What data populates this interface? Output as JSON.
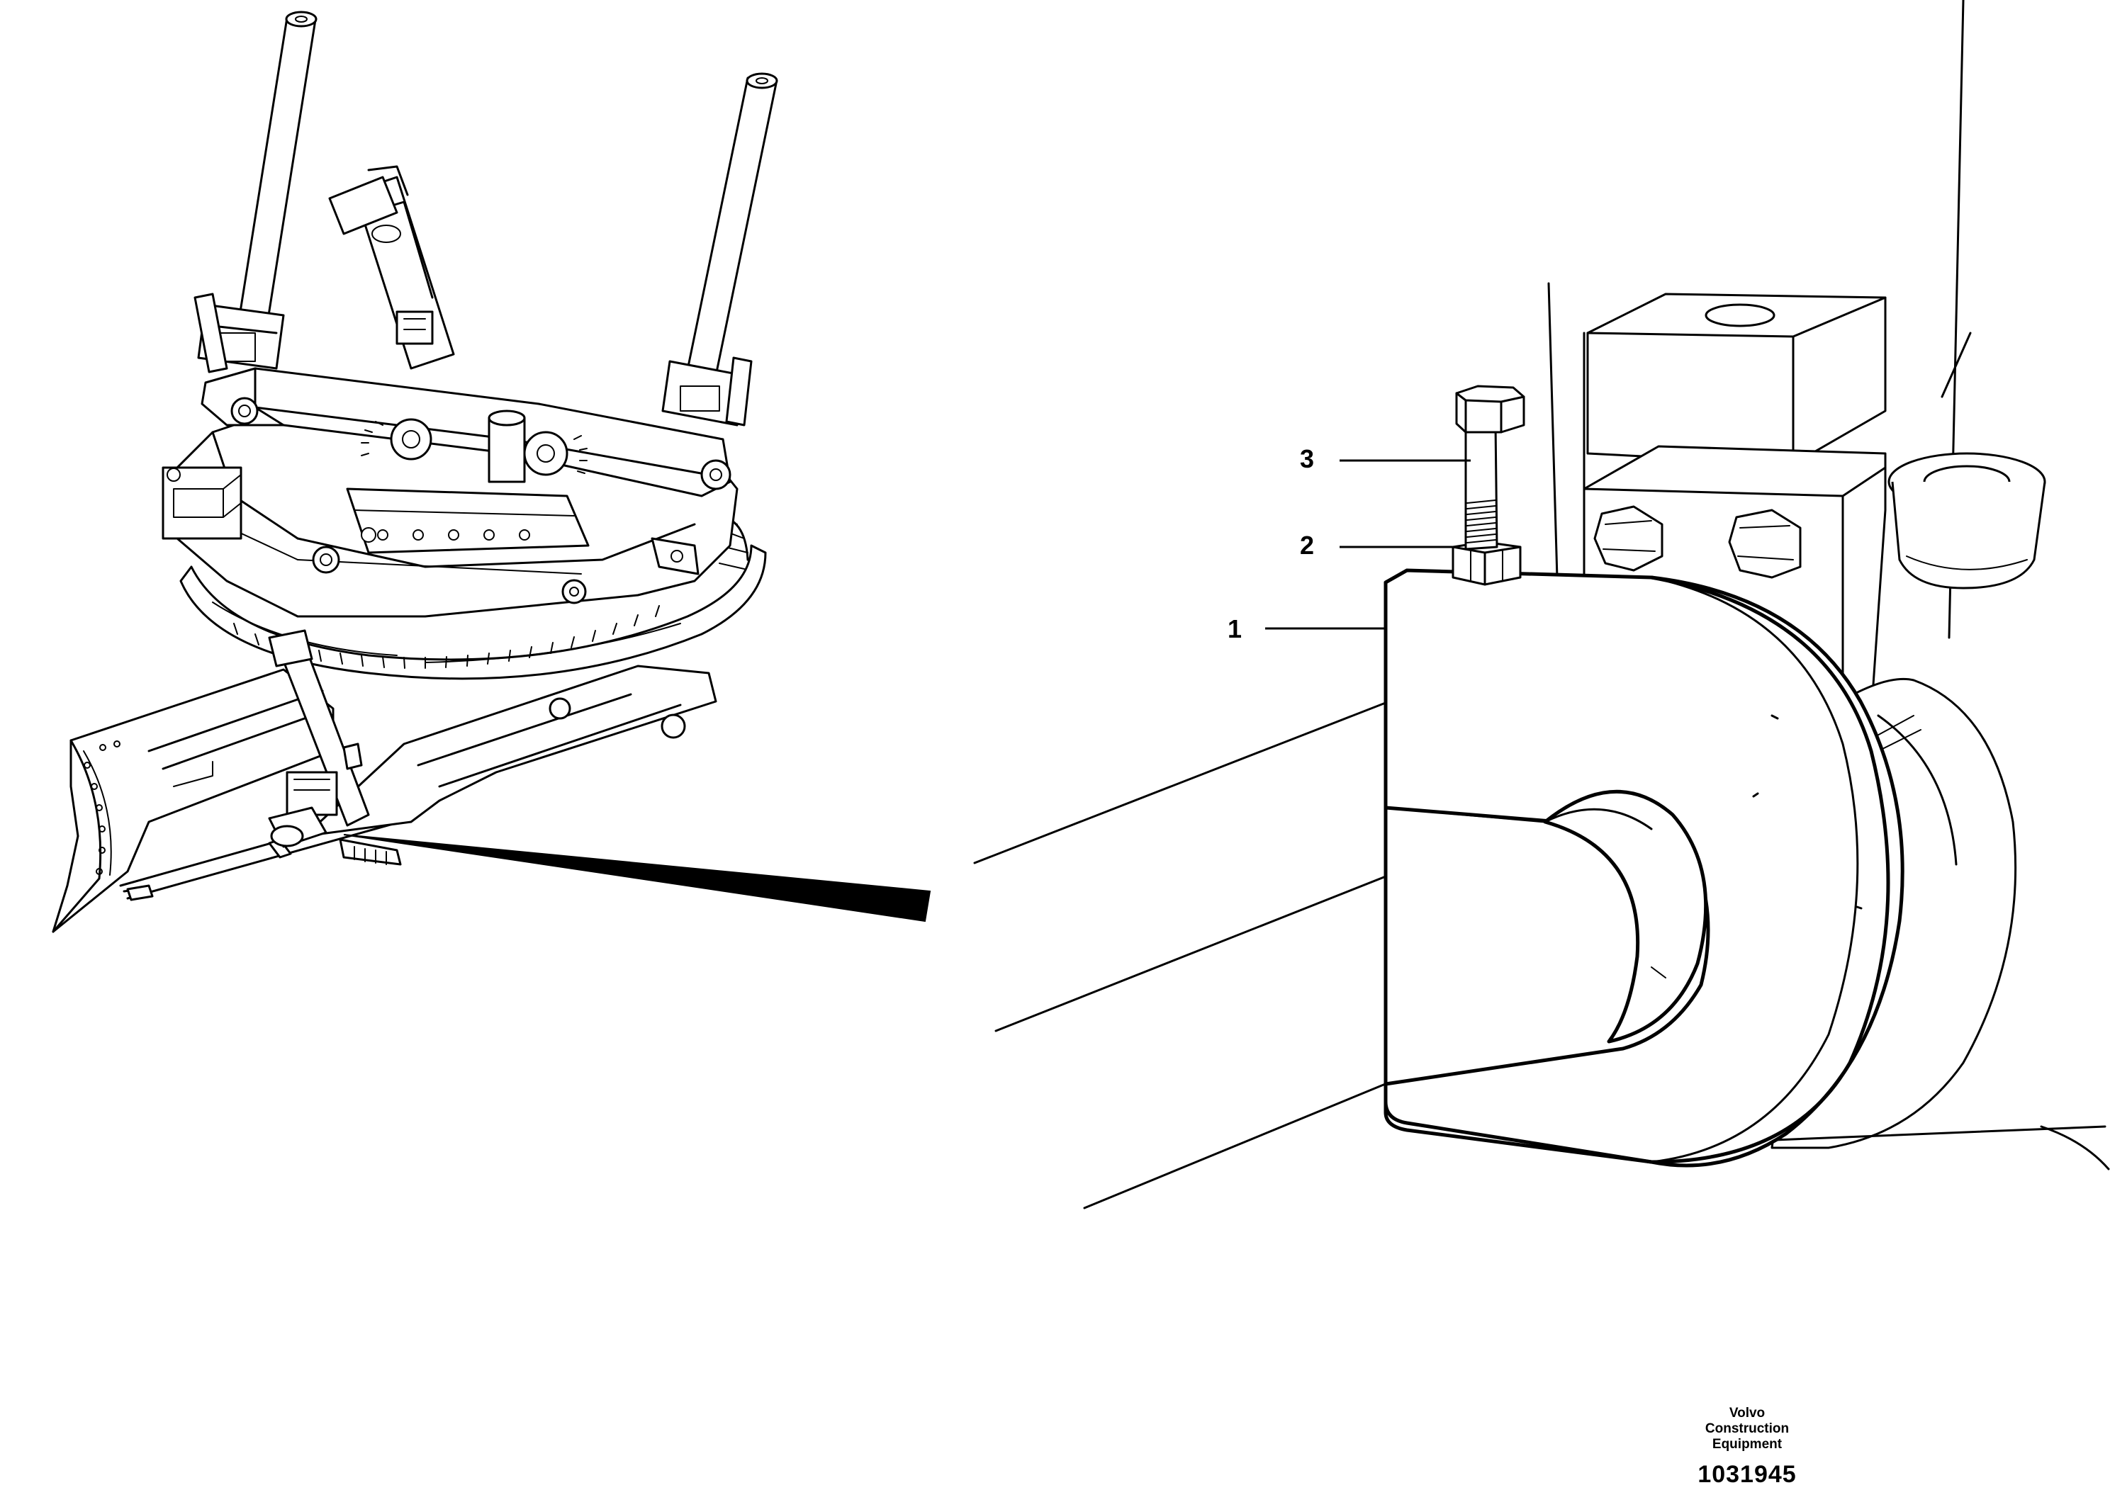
{
  "callouts": [
    {
      "label": "1"
    },
    {
      "label": "2"
    },
    {
      "label": "3"
    }
  ],
  "footer": {
    "company": "Volvo Construction Equipment",
    "doc_number": "1031945"
  }
}
